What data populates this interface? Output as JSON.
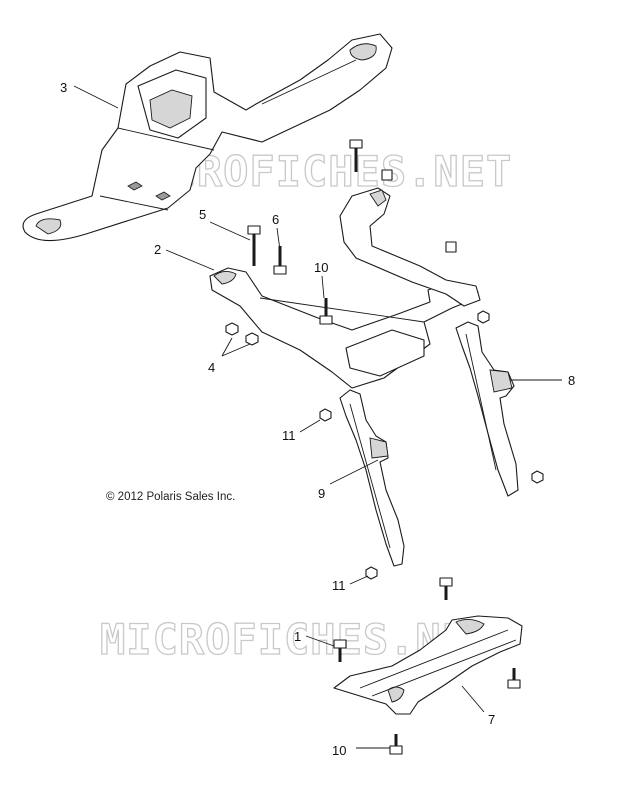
{
  "watermark": "MICROFICHES.NET",
  "copyright": "© 2012 Polaris Sales Inc.",
  "callouts": {
    "c1": "1",
    "c2": "2",
    "c3": "3",
    "c4": "4",
    "c5": "5",
    "c6": "6",
    "c7": "7",
    "c8": "8",
    "c9": "9",
    "c10a": "10",
    "c10b": "10",
    "c11a": "11",
    "c11b": "11"
  }
}
